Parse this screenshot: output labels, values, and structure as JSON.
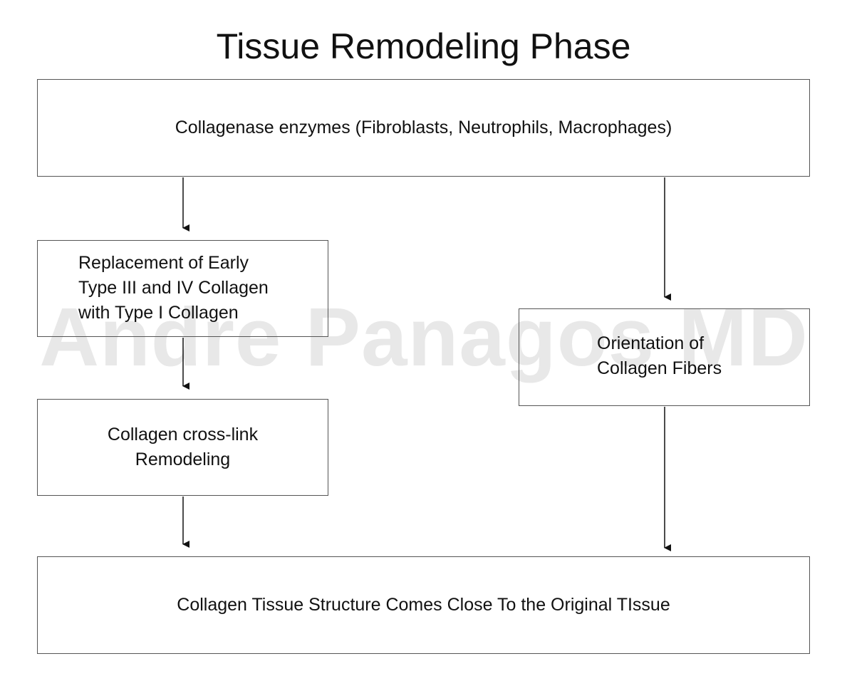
{
  "title": "Tissue Remodeling Phase",
  "watermark": "Andre Panagos MD",
  "boxes": {
    "top": "Collagenase enzymes (Fibroblasts, Neutrophils, Macrophages)",
    "replacement": "Replacement of Early\nType III and IV Collagen\nwith Type I Collagen",
    "crosslink": "Collagen cross-link\nRemodeling",
    "orientation": "Orientation of\nCollagen Fibers",
    "bottom": "Collagen Tissue Structure Comes Close To the Original TIssue"
  },
  "colors": {
    "text": "#111111",
    "border": "#555555",
    "watermark": "#e8e8e8"
  }
}
